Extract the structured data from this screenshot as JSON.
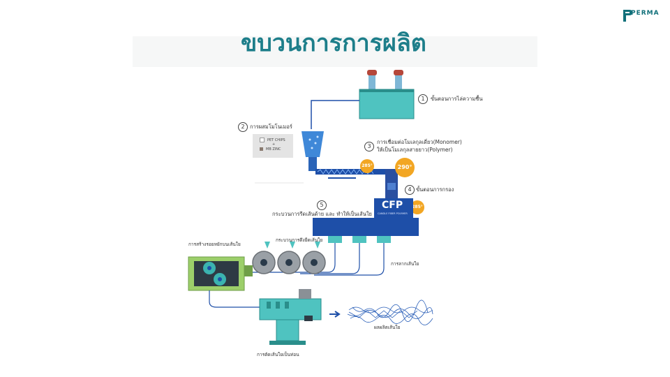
{
  "header": {
    "title": "ขบวนการการผลิต",
    "logo_text": "PERMA"
  },
  "steps": {
    "s1": {
      "num": "1",
      "label": "ขั้นตอนการไล่ความชื้น"
    },
    "s2": {
      "num": "2",
      "label": "การผสมโมโนเมอร์"
    },
    "s3": {
      "num": "3",
      "label_line1": "การเชื่อมต่อโมเลกุลเดี่ยว(Monomer)",
      "label_line2": "ให้เป็นโมเลกุลสายยาว(Polymer)"
    },
    "s4": {
      "num": "4",
      "label": "ขั้นตอนการกรอง"
    },
    "s5": {
      "num": "5",
      "label": "กระบวนการรีดเส้นด้าย และ ทำให้เป็นเส้นใย"
    }
  },
  "chips": {
    "item1": "PET CHIPS",
    "plus": "+",
    "item2": "MB ZINC"
  },
  "temperatures": {
    "t1": "285°",
    "t2": "290°",
    "t3": "285°"
  },
  "cfp": {
    "name": "CFP",
    "sub": "CANDLE FIBER POLYMER"
  },
  "labels": {
    "spinning": "กระบวนการดึงยืดเส้นใย",
    "winding": "การสร้างรอยหยักบนเส้นใย",
    "collect": "การลากเส้นใย",
    "cutting": "การตัดเส้นใยเป็นท่อน",
    "fiber": "ผลผลิตเส้นใย"
  },
  "colors": {
    "accent": "#1d7e8a",
    "teal": "#43bfbd",
    "pipe": "#1e4fa8",
    "orange": "#f2a623",
    "machine_green": "#9ccf6a"
  }
}
